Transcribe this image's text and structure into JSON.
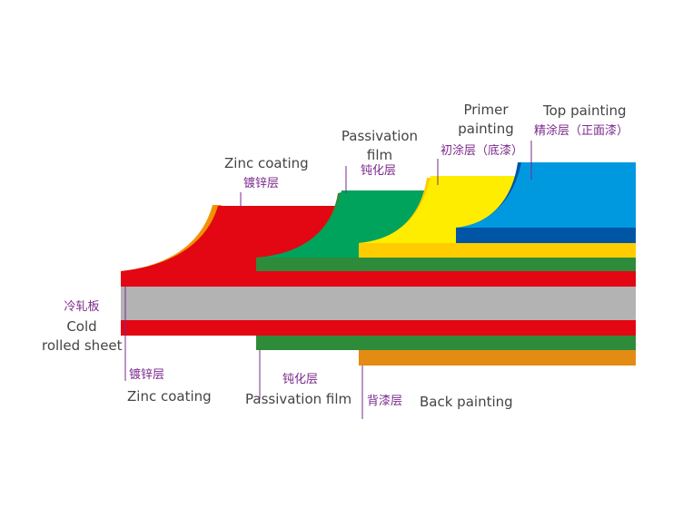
{
  "colors": {
    "zinc": "#e30613",
    "zinc_edge": "#f39200",
    "steel": "#b3b3b3",
    "passivation": "#00a35c",
    "passivation_dark": "#2e8b3a",
    "primer": "#ffed00",
    "primer_strip": "#ffcc00",
    "top": "#0099e0",
    "top_edge": "#0055a5",
    "back": "#e38b12",
    "leader": "#7b2a8c",
    "text_en": "#444444",
    "text_cn": "#7b2a8c"
  },
  "labels": {
    "top_painting_en": "Top painting",
    "top_painting_cn": "精涂层（正面漆）",
    "primer_en_1": "Primer",
    "primer_en_2": "painting",
    "primer_cn": "初涂层（底漆）",
    "passivation_top_en_1": "Passivation",
    "passivation_top_en_2": "film",
    "passivation_top_cn": "钝化层",
    "zinc_top_en": "Zinc coating",
    "zinc_top_cn": "镀锌层",
    "cold_cn": "冷轧板",
    "cold_en_1": "Cold",
    "cold_en_2": "rolled sheet",
    "zinc_bottom_cn": "镀锌层",
    "zinc_bottom_en": "Zinc coating",
    "passivation_bottom_cn": "钝化层",
    "passivation_bottom_en": "Passivation film",
    "back_cn": "背漆层",
    "back_en": "Back painting"
  }
}
